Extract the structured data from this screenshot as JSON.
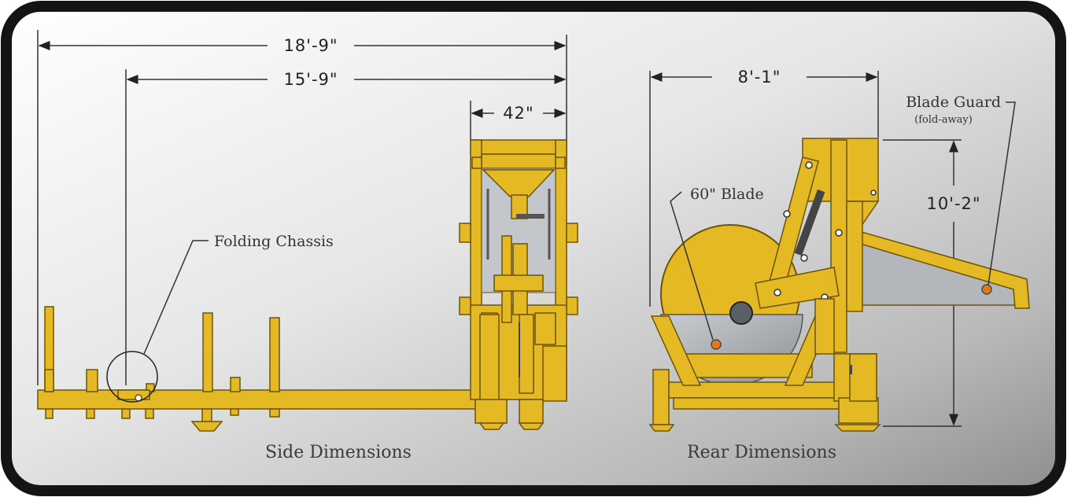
{
  "dimensions": {
    "side_overall": "18'-9\"",
    "side_chassis": "15'-9\"",
    "side_frame_width": "42\"",
    "rear_width": "8'-1\"",
    "rear_height": "10'-2\""
  },
  "labels": {
    "folding_chassis": "Folding Chassis",
    "blade": "60\" Blade",
    "blade_guard": "Blade Guard",
    "blade_guard_note": "(fold-away)"
  },
  "captions": {
    "side": "Side Dimensions",
    "rear": "Rear Dimensions"
  },
  "colors": {
    "machine_yellow": "#E4B923",
    "machine_outline": "#6b5408",
    "blade_steel": "#a9adb2",
    "accent_orange": "#E07A1F",
    "frame_border": "#141414"
  }
}
